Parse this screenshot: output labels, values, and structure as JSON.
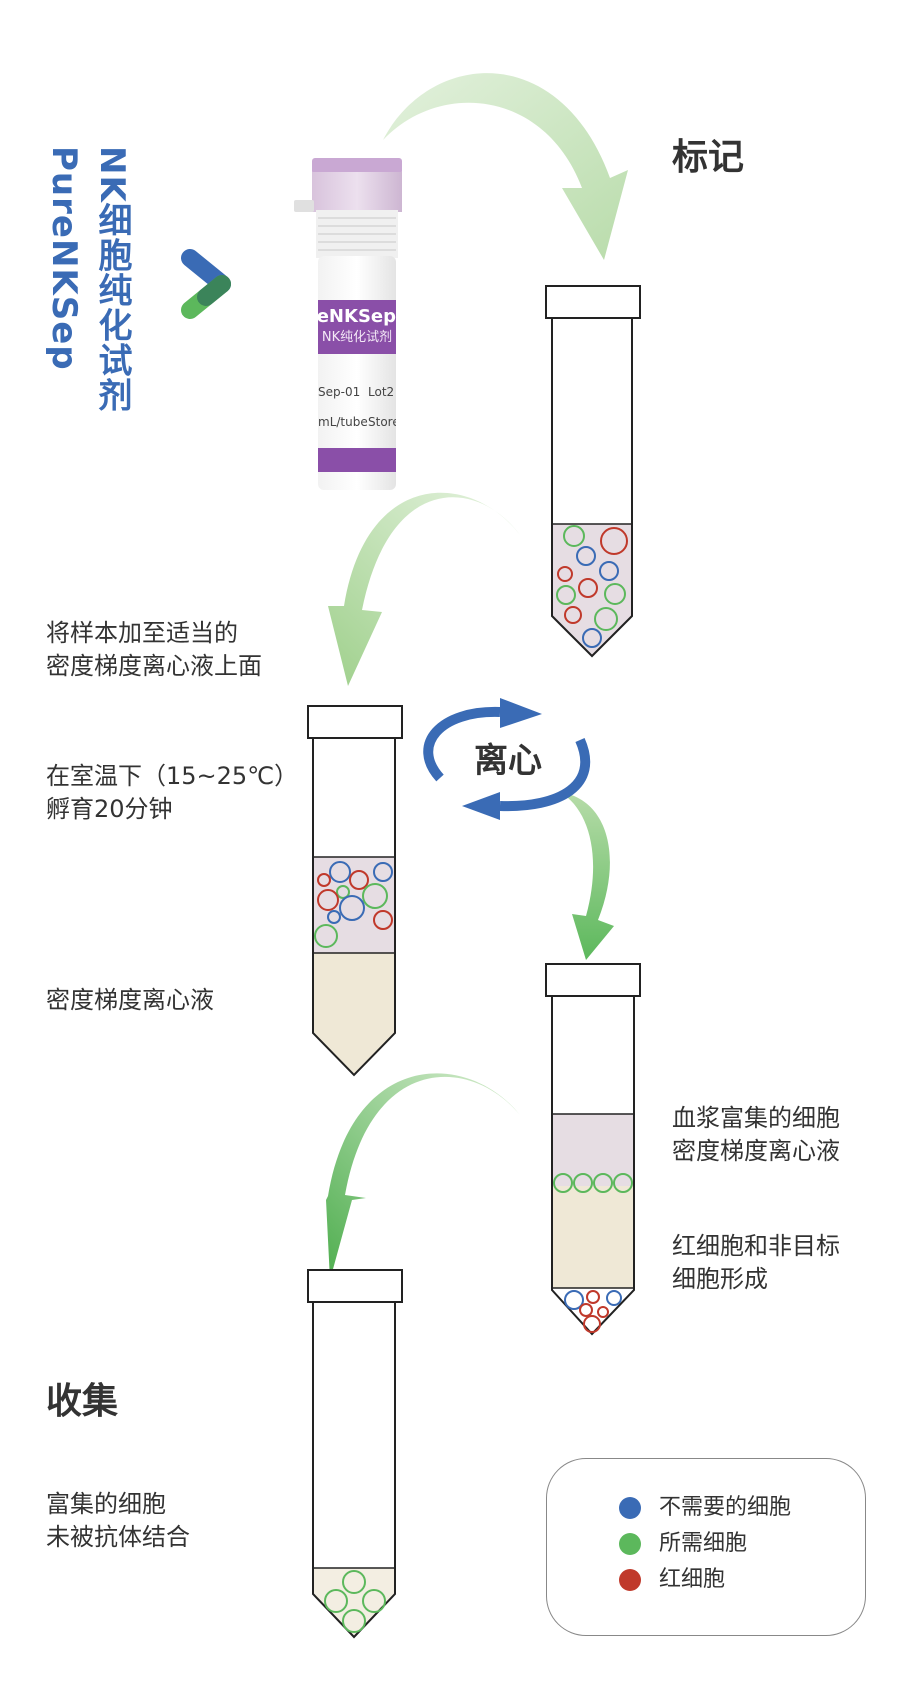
{
  "brand": {
    "name": "PureNKSep",
    "product": "NK细胞纯化试剂"
  },
  "vial": {
    "label_brand": "ureNKSep",
    "label_product": "NK纯化试剂",
    "label_code": "Sep-01",
    "label_lot": "Lot2",
    "label_volume": "mL/tube",
    "label_store": "Store"
  },
  "steps": {
    "label": "标记",
    "add_sample": "将样本加至适当的\n密度梯度离心液上面",
    "incubate": "在室温下（15~25℃）\n孵育20分钟",
    "density_medium": "密度梯度离心液",
    "centrifuge": "离心",
    "plasma_enriched": "血浆富集的细胞\n密度梯度离心液",
    "rbc_pellet": "红细胞和非目标\n细胞形成",
    "collect": "收集",
    "enriched_cells": "富集的细胞\n未被抗体结合"
  },
  "legend": {
    "items": [
      {
        "label": "不需要的细胞",
        "color": "#3a6bb5"
      },
      {
        "label": "所需细胞",
        "color": "#5cb85c"
      },
      {
        "label": "红细胞",
        "color": "#c0392b"
      }
    ]
  },
  "colors": {
    "blue": "#3a6bb5",
    "green": "#5cb85c",
    "red": "#c0392b",
    "arrow_light": "#c3e0b7",
    "arrow_mid": "#8fcb7a",
    "arrow_dark": "#5cb85c",
    "cell_layer": "#e6dde3",
    "medium_layer": "#efe8d6",
    "vial_purple": "#8a4fa8"
  }
}
